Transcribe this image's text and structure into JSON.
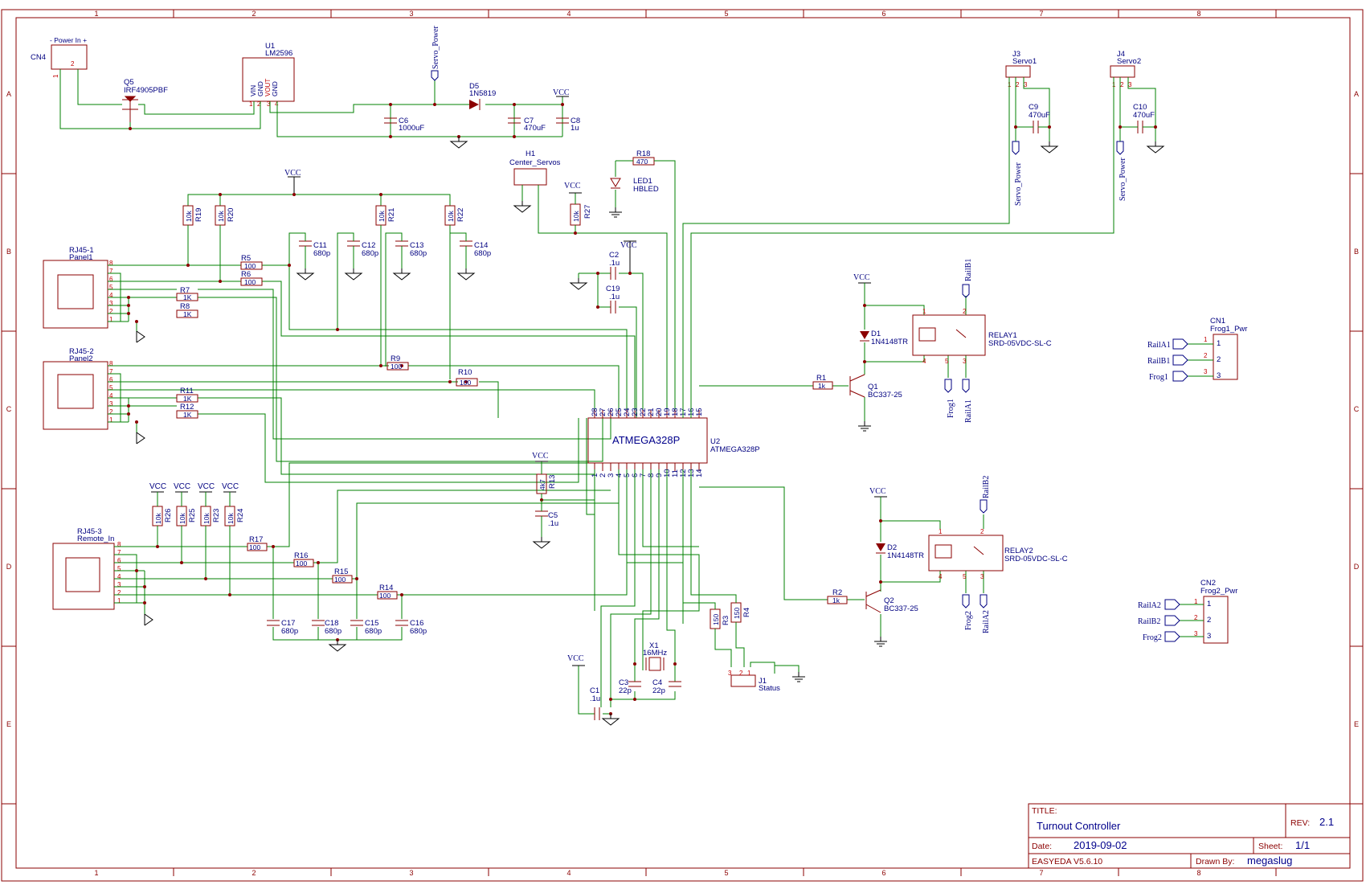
{
  "title_block": {
    "title_caption": "TITLE:",
    "title": "Turnout Controller",
    "rev_caption": "REV:",
    "rev": "2.1",
    "date_caption": "Date:",
    "date": "2019-09-02",
    "sheet_caption": "Sheet:",
    "sheet": "1/1",
    "tool": "EASYEDA V5.6.10",
    "drawn_caption": "Drawn By:",
    "drawn_by": "megaslug"
  },
  "border": {
    "columns": [
      "1",
      "2",
      "3",
      "4",
      "5",
      "6",
      "7",
      "8"
    ],
    "rows": [
      "A",
      "B",
      "C",
      "D",
      "E"
    ]
  },
  "power_in": {
    "title": "- Power In +",
    "ref": "CN4",
    "pins": [
      "1",
      "2"
    ]
  },
  "q5": {
    "ref": "Q5",
    "value": "IRF4905PBF"
  },
  "u1": {
    "ref": "U1",
    "value": "LM2596",
    "pins": [
      "1",
      "2",
      "3",
      "4"
    ],
    "pin_names": [
      "VIN",
      "GND",
      "VOUT",
      "GND"
    ]
  },
  "d5": {
    "ref": "D5",
    "value": "1N5819"
  },
  "servo_power": "Servo_Power",
  "vcc": "VCC",
  "caps_top": [
    {
      "ref": "C6",
      "value": "1000uF"
    },
    {
      "ref": "C7",
      "value": "470uF"
    },
    {
      "ref": "C8",
      "value": "1u"
    }
  ],
  "h1": {
    "ref": "H1",
    "value": "Center_Servos"
  },
  "r27": {
    "ref": "R27",
    "value": "10k"
  },
  "r18": {
    "ref": "R18",
    "value": "470"
  },
  "led1": {
    "ref": "LED1",
    "value": "HBLED"
  },
  "c2": {
    "ref": "C2",
    "value": ".1u"
  },
  "c19": {
    "ref": "C19",
    "value": ".1u"
  },
  "pullups_top": [
    {
      "ref": "R19",
      "value": "10k"
    },
    {
      "ref": "R20",
      "value": "10k"
    },
    {
      "ref": "R21",
      "value": "10k"
    },
    {
      "ref": "R22",
      "value": "10k"
    }
  ],
  "caps_680_top": [
    {
      "ref": "C11",
      "value": "680p"
    },
    {
      "ref": "C12",
      "value": "680p"
    },
    {
      "ref": "C13",
      "value": "680p"
    },
    {
      "ref": "C14",
      "value": "680p"
    }
  ],
  "rj1": {
    "ref": "RJ45-1",
    "value": "Panel1"
  },
  "rj2": {
    "ref": "RJ45-2",
    "value": "Panel2"
  },
  "rj3": {
    "ref": "RJ45-3",
    "value": "Remote_In"
  },
  "rj_pins": [
    "8",
    "7",
    "6",
    "5",
    "4",
    "3",
    "2",
    "1"
  ],
  "series_r": [
    {
      "ref": "R5",
      "value": "100"
    },
    {
      "ref": "R6",
      "value": "100"
    },
    {
      "ref": "R7",
      "value": "1K"
    },
    {
      "ref": "R8",
      "value": "1K"
    },
    {
      "ref": "R9",
      "value": "100"
    },
    {
      "ref": "R10",
      "value": "100"
    },
    {
      "ref": "R11",
      "value": "1K"
    },
    {
      "ref": "R12",
      "value": "1K"
    },
    {
      "ref": "R17",
      "value": "100"
    },
    {
      "ref": "R16",
      "value": "100"
    },
    {
      "ref": "R15",
      "value": "100"
    },
    {
      "ref": "R14",
      "value": "100"
    }
  ],
  "pullups_bottom": [
    {
      "ref": "R26",
      "value": "10k"
    },
    {
      "ref": "R25",
      "value": "10k"
    },
    {
      "ref": "R23",
      "value": "10k"
    },
    {
      "ref": "R24",
      "value": "10k"
    }
  ],
  "caps_680_bottom": [
    {
      "ref": "C17",
      "value": "680p"
    },
    {
      "ref": "C18",
      "value": "680p"
    },
    {
      "ref": "C15",
      "value": "680p"
    },
    {
      "ref": "C16",
      "value": "680p"
    }
  ],
  "u2": {
    "ref": "U2",
    "value": "ATMEGA328P",
    "name": "ATMEGA328P",
    "top_pins": [
      "28",
      "27",
      "26",
      "25",
      "24",
      "23",
      "22",
      "21",
      "20",
      "19",
      "18",
      "17",
      "16",
      "15"
    ],
    "bottom_pins": [
      "1",
      "2",
      "3",
      "4",
      "5",
      "6",
      "7",
      "8",
      "9",
      "10",
      "11",
      "12",
      "13",
      "14"
    ]
  },
  "r13": {
    "ref": "R13",
    "value": "4k7"
  },
  "c5": {
    "ref": "C5",
    "value": ".1u"
  },
  "c1": {
    "ref": "C1",
    "value": ".1u"
  },
  "x1": {
    "ref": "X1",
    "value": "16MHz"
  },
  "c3": {
    "ref": "C3",
    "value": "22p"
  },
  "c4": {
    "ref": "C4",
    "value": "22p"
  },
  "r3": {
    "ref": "R3",
    "value": "150"
  },
  "r4": {
    "ref": "R4",
    "value": "150"
  },
  "j1": {
    "ref": "J1",
    "value": "Status",
    "pins": [
      "3",
      "2",
      "1"
    ]
  },
  "j3": {
    "ref": "J3",
    "value": "Servo1",
    "pins": [
      "1",
      "2",
      "3"
    ]
  },
  "j4": {
    "ref": "J4",
    "value": "Servo2",
    "pins": [
      "1",
      "2",
      "3"
    ]
  },
  "c9": {
    "ref": "C9",
    "value": "470uF"
  },
  "c10": {
    "ref": "C10",
    "value": "470uF"
  },
  "r1": {
    "ref": "R1",
    "value": "1k"
  },
  "r2": {
    "ref": "R2",
    "value": "1k"
  },
  "q1": {
    "ref": "Q1",
    "value": "BC337-25"
  },
  "q2": {
    "ref": "Q2",
    "value": "BC337-25"
  },
  "d1": {
    "ref": "D1",
    "value": "1N4148TR"
  },
  "d2": {
    "ref": "D2",
    "value": "1N4148TR"
  },
  "relay1": {
    "ref": "RELAY1",
    "value": "SRD-05VDC-SL-C",
    "pins": [
      "1",
      "2",
      "4",
      "5",
      "3"
    ]
  },
  "relay2": {
    "ref": "RELAY2",
    "value": "SRD-05VDC-SL-C",
    "pins": [
      "1",
      "2",
      "4",
      "5",
      "3"
    ]
  },
  "nets": {
    "RailA1": "RailA1",
    "RailB1": "RailB1",
    "Frog1": "Frog1",
    "RailA2": "RailA2",
    "RailB2": "RailB2",
    "Frog2": "Frog2"
  },
  "cn1": {
    "ref": "CN1",
    "value": "Frog1_Pwr",
    "pins": [
      "1",
      "2",
      "3"
    ]
  },
  "cn2": {
    "ref": "CN2",
    "value": "Frog2_Pwr",
    "pins": [
      "1",
      "2",
      "3"
    ]
  },
  "colors": {
    "wire": "#008000",
    "part": "#8b0000",
    "text": "#000080",
    "pin": "#c00000",
    "ground": "#000000"
  }
}
